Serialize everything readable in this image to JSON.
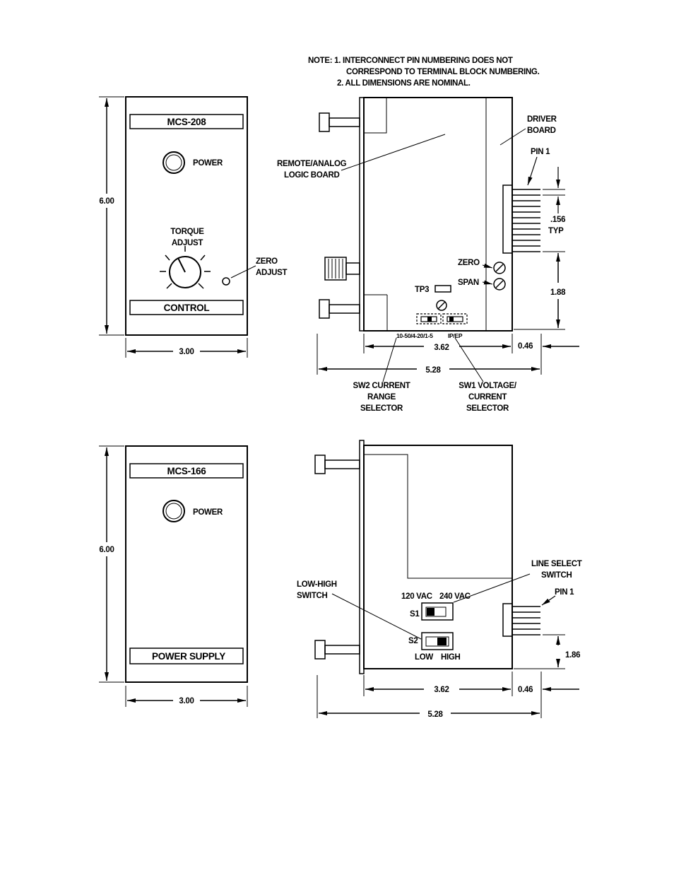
{
  "notes": {
    "line1": "NOTE: 1. INTERCONNECT PIN NUMBERING DOES NOT",
    "line2": "CORRESPOND TO TERMINAL BLOCK NUMBERING.",
    "line3": "2. ALL DIMENSIONS ARE NOMINAL."
  },
  "mcs208": {
    "model": "MCS-208",
    "power": "POWER",
    "torque1": "TORQUE",
    "torque2": "ADJUST",
    "zero1": "ZERO",
    "zero2": "ADJUST",
    "function": "CONTROL",
    "height": "6.00",
    "width": "3.00"
  },
  "side1": {
    "driver1": "DRIVER",
    "driver2": "BOARD",
    "remote1": "REMOTE/ANALOG",
    "remote2": "LOGIC BOARD",
    "pin": "PIN 1",
    "pitch1": ".156",
    "pitch2": "TYP",
    "zero": "ZERO",
    "span": "SPAN",
    "tp": "TP3",
    "d188": "1.88",
    "sw2text": "10-50/4-20/1-5",
    "sw1text": "IP/EP",
    "d362": "3.62",
    "d046": "0.46",
    "d528": "5.28",
    "sw2a": "SW2 CURRENT",
    "sw2b": "RANGE",
    "sw2c": "SELECTOR",
    "sw1a": "SW1 VOLTAGE/",
    "sw1b": "CURRENT",
    "sw1c": "SELECTOR"
  },
  "mcs166": {
    "model": "MCS-166",
    "power": "POWER",
    "function": "POWER SUPPLY",
    "height": "6.00",
    "width": "3.00"
  },
  "side2": {
    "line1": "LINE SELECT",
    "line2": "SWITCH",
    "pin": "PIN 1",
    "lowhigh1": "LOW-HIGH",
    "lowhigh2": "SWITCH",
    "v120": "120 VAC",
    "v240": "240 VAC",
    "s1": "S1",
    "s2": "S2",
    "low": "LOW",
    "high": "HIGH",
    "d186": "1.86",
    "d362": "3.62",
    "d046": "0.46",
    "d528": "5.28"
  }
}
